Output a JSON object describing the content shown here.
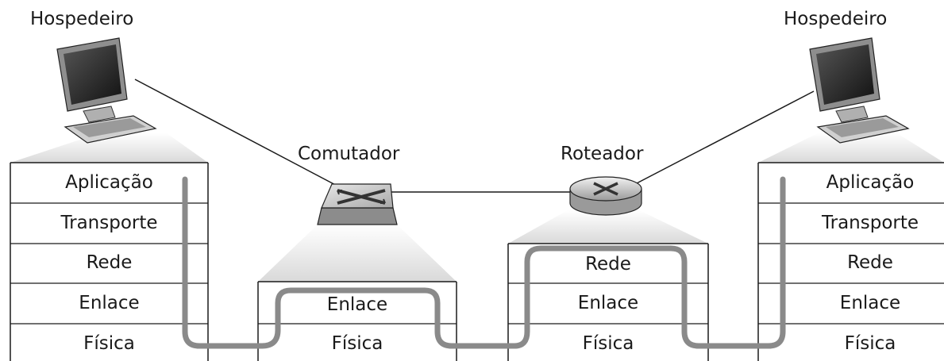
{
  "nodes": {
    "host_left": {
      "label": "Hospedeiro",
      "icon": "desktop-computer-icon"
    },
    "switch": {
      "label": "Comutador",
      "icon": "switch-icon"
    },
    "router": {
      "label": "Roteador",
      "icon": "router-icon"
    },
    "host_right": {
      "label": "Hospedeiro",
      "icon": "desktop-computer-icon"
    }
  },
  "stacks": {
    "host_left": [
      "Aplicação",
      "Transporte",
      "Rede",
      "Enlace",
      "Física"
    ],
    "switch": [
      "Enlace",
      "Física"
    ],
    "router": [
      "Rede",
      "Enlace",
      "Física"
    ],
    "host_right": [
      "Aplicação",
      "Transporte",
      "Rede",
      "Enlace",
      "Física"
    ]
  },
  "colors": {
    "path": "#8a8a8a",
    "cone": "#e6e6e6",
    "border": "#1a1a1a"
  }
}
